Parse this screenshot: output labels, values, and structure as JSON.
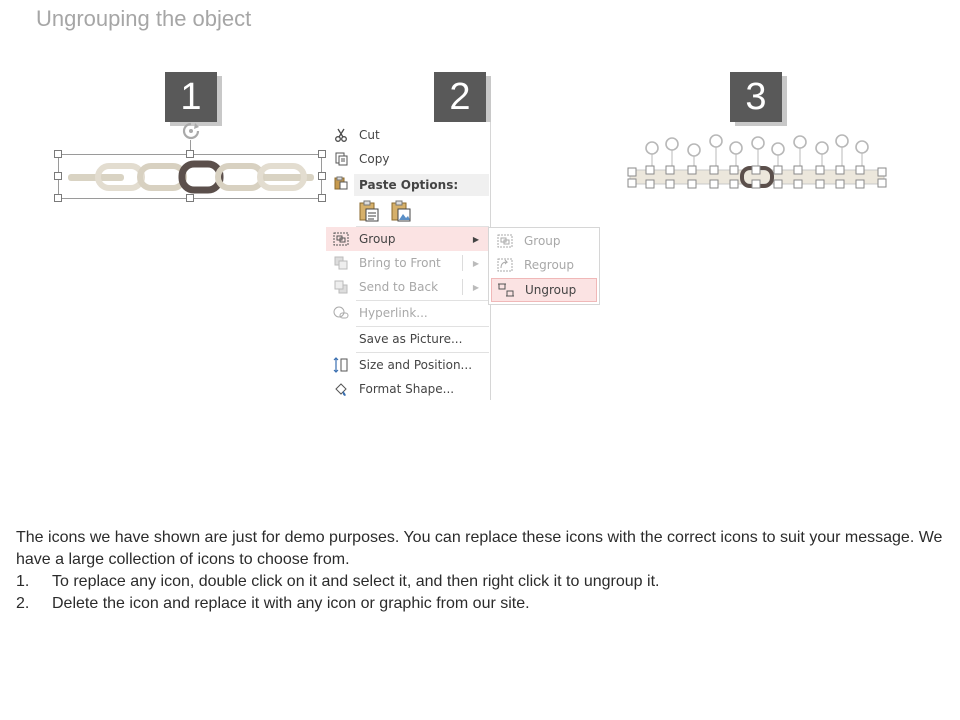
{
  "slide": {
    "title": "Ungrouping the object"
  },
  "steps": {
    "badge_1": "1",
    "badge_2": "2",
    "badge_3": "3"
  },
  "context_menu": {
    "cut": "Cut",
    "copy": "Copy",
    "paste_options": "Paste Options:",
    "group": "Group",
    "bring_to_front": "Bring to Front",
    "send_to_back": "Send to Back",
    "hyperlink": "Hyperlink...",
    "save_as_picture": "Save as Picture...",
    "size_and_position": "Size and Position...",
    "format_shape": "Format Shape...",
    "hover_color": "#fbe3e3"
  },
  "group_submenu": {
    "group": "Group",
    "regroup": "Regroup",
    "ungroup": "Ungroup"
  },
  "instructions": {
    "intro": "The icons we have shown are just for demo purposes. You can replace these icons with the correct icons to suit your message. We have a large collection of icons to choose from.",
    "items": [
      {
        "num": "1.",
        "text": "To replace any icon, double click on it and select it, and then right click it to ungroup it."
      },
      {
        "num": "2.",
        "text": "Delete the icon and replace it with any icon or graphic from our site."
      }
    ]
  },
  "icons": [
    "rotate-icon",
    "scissors-icon",
    "copy-icon",
    "paste-icon",
    "group-icon",
    "bring-to-front-icon",
    "send-to-back-icon",
    "hyperlink-icon",
    "size-position-icon",
    "format-shape-icon",
    "chain-icon"
  ]
}
